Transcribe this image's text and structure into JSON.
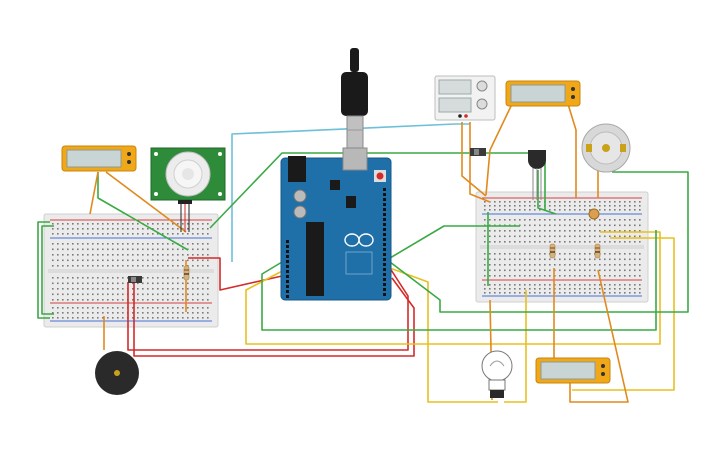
{
  "canvas": {
    "background": "#ffffff"
  },
  "colors": {
    "breadboard": "#e9e9e9",
    "breadboard_border": "#cfcfcf",
    "rail_red": "#d64040",
    "rail_blue": "#4a6fd6",
    "arduino_blue": "#1f6fa8",
    "arduino_dark": "#165a8a",
    "multimeter_body": "#f0a818",
    "multimeter_screen": "#c9d4d4",
    "pir_board": "#2e8b3a",
    "wire_green": "#3aaa45",
    "wire_red": "#d42a2a",
    "wire_yellow": "#e8c020",
    "wire_orange": "#e08a1e",
    "wire_cyan": "#6ec0d8",
    "buzzer": "#2a2a2a",
    "usb": "#1a1a1a"
  },
  "components": {
    "breadboard_left": "small-breadboard",
    "breadboard_right": "small-breadboard",
    "arduino": "arduino-uno",
    "usb_cable": "usb-b-plug",
    "power_supply": "bench-power-supply",
    "multimeter_left": "multimeter",
    "multimeter_top_right": "multimeter",
    "multimeter_bottom_right": "multimeter",
    "pir_sensor": "pir-motion-sensor",
    "piezo_buzzer": "piezo-buzzer",
    "light_bulb": "incandescent-lamp",
    "dc_motor": "dc-motor",
    "temperature_sensor": "tmp36-sensor",
    "slide_switch_left": "slide-switch",
    "slide_switch_top": "slide-switch",
    "resistors": "resistor",
    "photoresistor": "photoresistor"
  }
}
